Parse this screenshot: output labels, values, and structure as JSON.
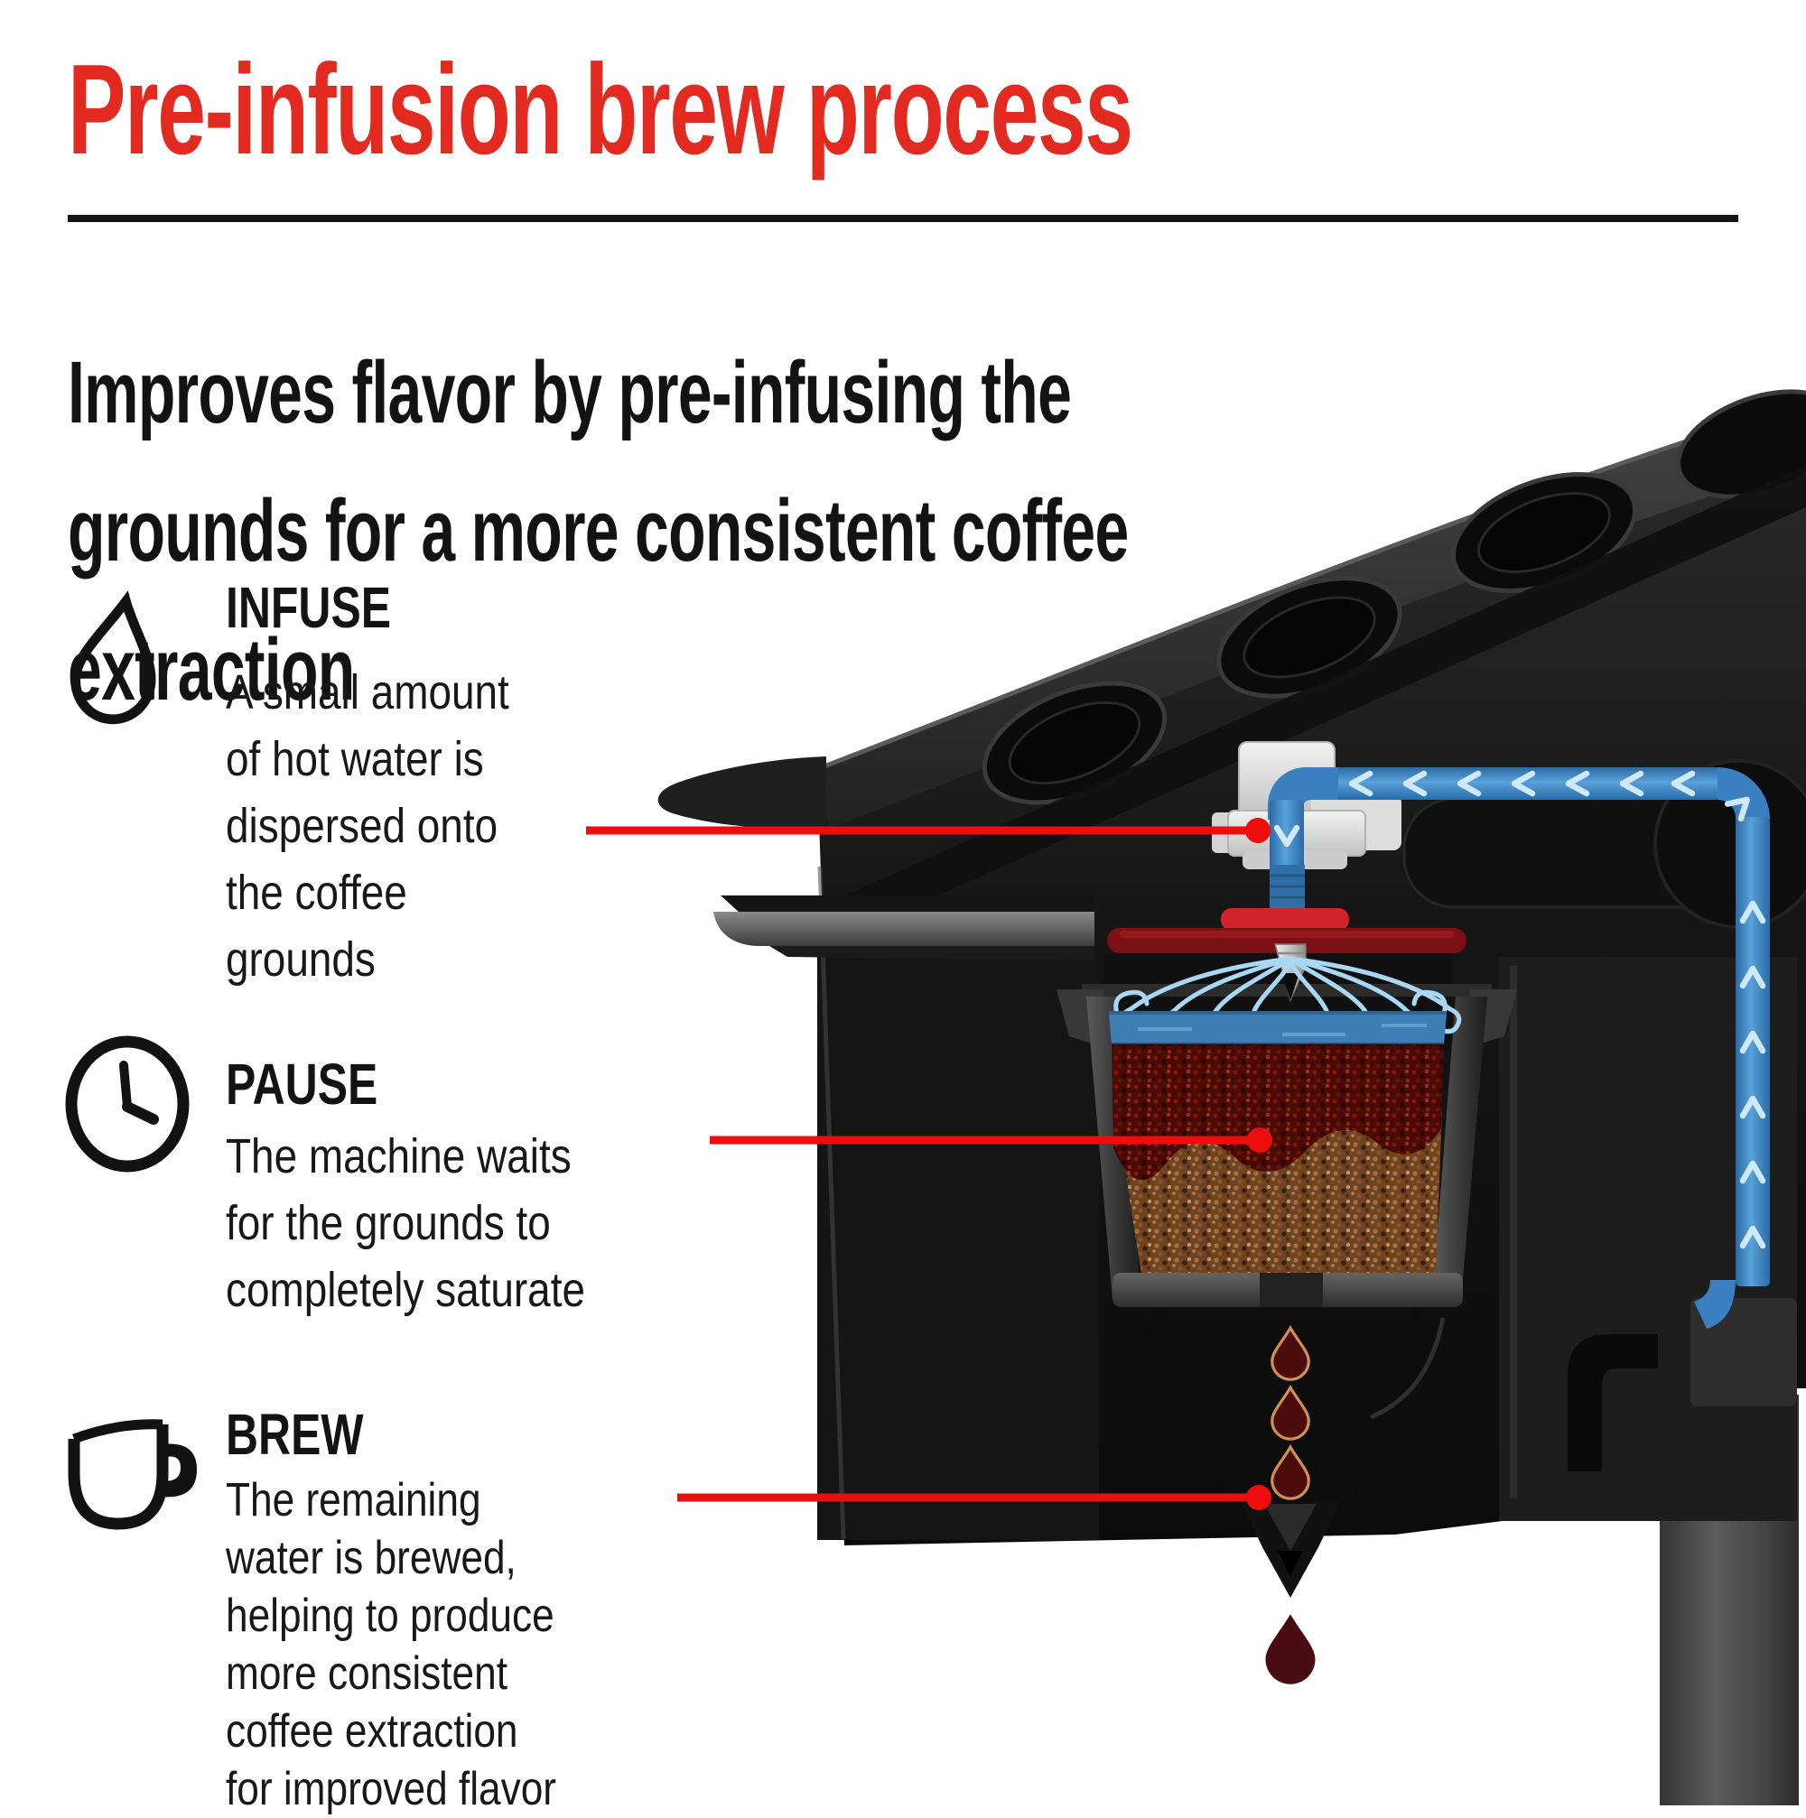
{
  "title": "Pre-infusion brew process",
  "subtitle": "Improves flavor by pre-infusing the\ngrounds for a more consistent coffee\nextraction",
  "steps": [
    {
      "id": "infuse",
      "icon": "water-drop-icon",
      "heading": "INFUSE",
      "body": "A small amount\nof hot water is\ndispersed onto\nthe coffee\ngrounds"
    },
    {
      "id": "pause",
      "icon": "clock-icon",
      "heading": "PAUSE",
      "body": "The machine waits\nfor the grounds to\ncompletely saturate"
    },
    {
      "id": "brew",
      "icon": "coffee-mug-icon",
      "heading": "BREW",
      "body": "The remaining\nwater is brewed,\nhelping to produce\nmore consistent\ncoffee extraction\nfor improved flavor"
    }
  ],
  "callouts": [
    {
      "step": "INFUSE",
      "points_to": "hot water dispersion nozzle"
    },
    {
      "step": "PAUSE",
      "points_to": "saturating coffee grounds in brew basket"
    },
    {
      "step": "BREW",
      "points_to": "brew funnel spout with coffee drips"
    }
  ],
  "illustration": {
    "subject": "coffee maker cutaway side view",
    "elements": [
      "lid with pod bays",
      "water tube with flow arrows",
      "white nozzle",
      "red gasket",
      "dispersion needle",
      "water spray",
      "brew basket",
      "wet coffee grounds",
      "dry coffee grounds",
      "brew funnel",
      "coffee drips",
      "falling coffee drop",
      "machine pedestal"
    ]
  },
  "colors": {
    "accent_red": "#e22a21",
    "callout_red": "#ee0d0d",
    "pipe_blue": "#3a7fc0",
    "flow_arrow_blue": "#cfe9fa",
    "water_blue": "#3e7eb4",
    "spray_blue": "#a8d8f3",
    "gasket_red": "#d2232b",
    "seal_dark_red": "#7c1115",
    "grounds_red_base": "#4a0a05",
    "grounds_brown_base": "#6f4423",
    "drip_fill": "#4b0d0c",
    "drip_outline": "#cf8f55",
    "big_drop": "#490c10",
    "text_black": "#131313"
  }
}
